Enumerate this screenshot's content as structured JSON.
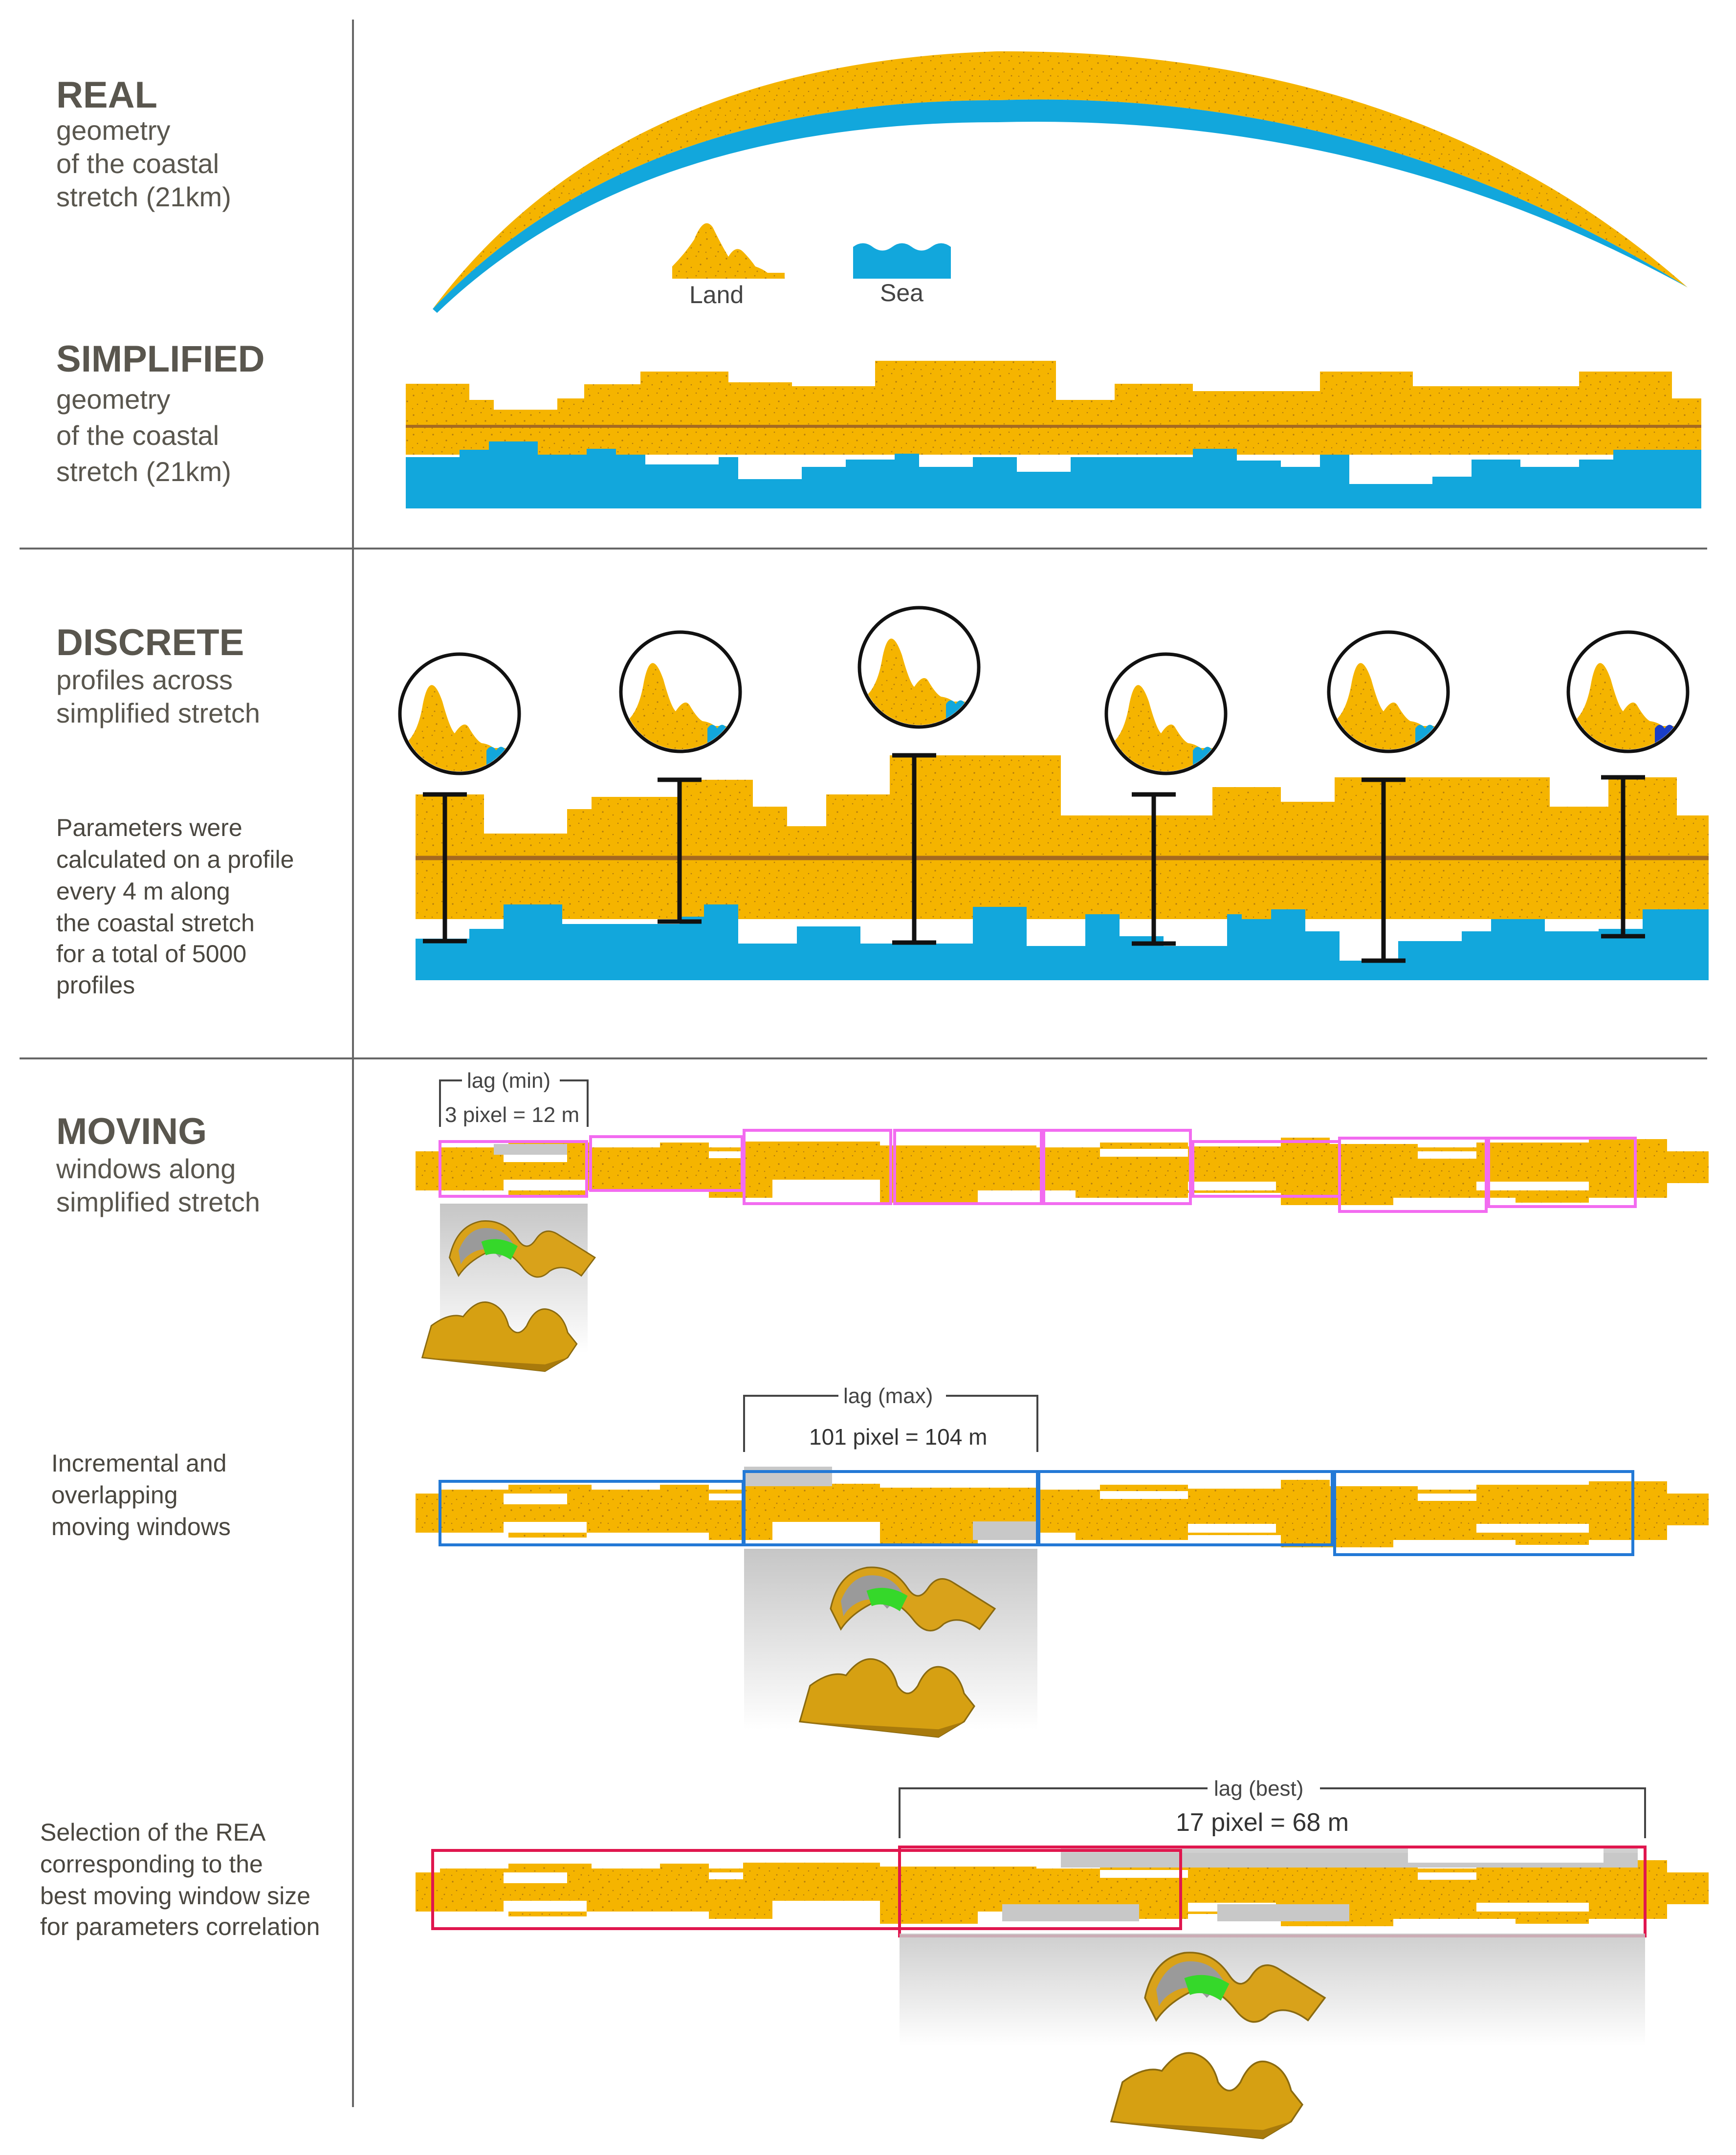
{
  "sections": {
    "real": {
      "heading": "REAL",
      "sub": [
        "geometry",
        "of the coastal",
        "stretch (21km)"
      ]
    },
    "legend": {
      "land": "Land",
      "sea": "Sea"
    },
    "simplified": {
      "heading": "SIMPLIFIED",
      "sub": [
        "geometry",
        "of the coastal",
        "stretch (21km)"
      ]
    },
    "discrete": {
      "heading": "DISCRETE",
      "sub": [
        "profiles across",
        "simplified stretch"
      ],
      "note": [
        "Parameters were",
        "calculated on a profile",
        "every 4 m along",
        "the coastal stretch",
        "for a total of 5000",
        "profiles"
      ]
    },
    "moving": {
      "heading": "MOVING",
      "sub": [
        "windows along",
        "simplified stretch"
      ],
      "lag_min": {
        "label": "lag (min)",
        "value": "3 pixel = 12 m"
      },
      "incremental": [
        "Incremental and",
        "overlapping",
        "moving windows"
      ],
      "lag_max": {
        "label": "lag (max)",
        "value": "101 pixel = 104 m"
      },
      "selection": [
        "Selection of the REA",
        "corresponding to the",
        "best moving window size",
        "for parameters correlation"
      ],
      "lag_best": {
        "label": "lag (best)",
        "value": "17 pixel = 68 m"
      }
    }
  },
  "colors": {
    "land": "#f5b400",
    "sea": "#12a7dc",
    "dark_sea": "#1a3ec8",
    "baseline": "#a66a1f",
    "text": "#59564e",
    "grid": "#666666",
    "window_min": "#f26bf0",
    "window_max": "#2379d6",
    "window_best": "#e0164e",
    "shadow": "#c8c8c8",
    "terrain_green": "#35d82a"
  },
  "icons": [
    "land-icon",
    "sea-icon",
    "profile-magnifier-icon",
    "terrain-3d-icon"
  ]
}
